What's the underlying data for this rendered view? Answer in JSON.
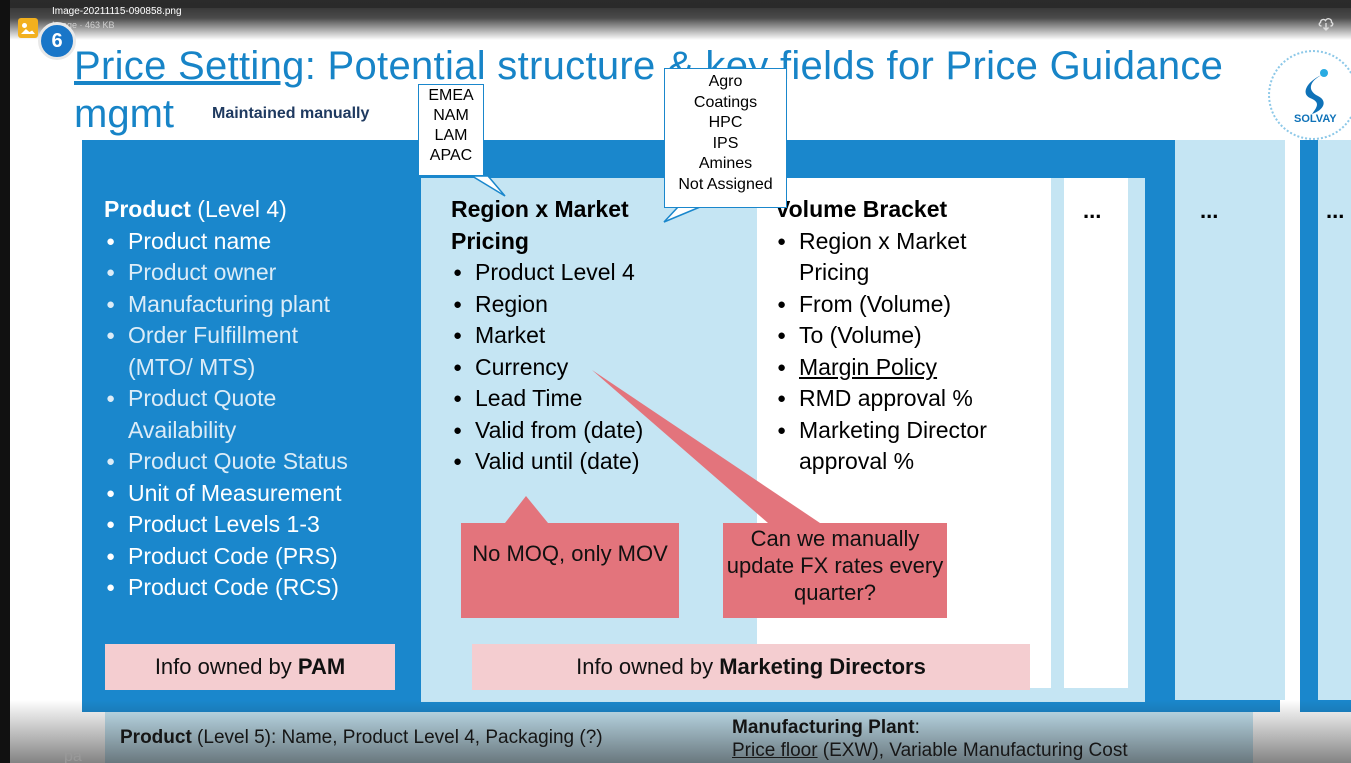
{
  "viewer": {
    "file_name": "Image-20211115-090858.png",
    "file_meta": "Image · 463 KB",
    "avatar_letter": "6",
    "footer_fragment": "pa"
  },
  "slide": {
    "title_link": "Price Setting",
    "title_rest": ": Potential structure & key fields for Price Guidance",
    "title_line2": "mgmt",
    "maintained": "Maintained manually",
    "logo_text": "SOLVAY",
    "regions_callout": [
      "EMEA",
      "NAM",
      "LAM",
      "APAC"
    ],
    "markets_callout": [
      "Agro",
      "Coatings",
      "HPC",
      "IPS",
      "Amines",
      "Not Assigned"
    ],
    "product": {
      "title_bold": "Product",
      "title_rest": " (Level 4)",
      "items": [
        "Product name",
        "Product owner",
        "Manufacturing plant",
        "Order Fulfillment",
        "Product Quote",
        "Product Quote Status",
        "Unit of Measurement",
        "Product Levels 1-3",
        "Product Code (PRS)",
        "Product Code (RCS)"
      ],
      "item_cont": [
        "(MTO/ MTS)",
        "Availability"
      ]
    },
    "region": {
      "title_line1": "Region x Market",
      "title_line2": "Pricing",
      "items": [
        "Product Level 4",
        "Region",
        "Market",
        "Currency",
        "Lead Time",
        "Valid from (date)",
        "Valid until (date)"
      ]
    },
    "volume": {
      "title": "Volume Bracket",
      "items": [
        "Region x Market",
        "From (Volume)",
        "To (Volume)",
        "Margin Policy",
        "RMD approval %",
        "Marketing Director"
      ],
      "item_cont": [
        "Pricing",
        "approval %"
      ]
    },
    "ellipsis": "...",
    "moq_note": "No MOQ, only MOV",
    "fx_note": "Can we manually update FX rates every quarter?",
    "owned_pam_prefix": "Info owned by ",
    "owned_pam_bold": "PAM",
    "owned_md_prefix": "Info owned by ",
    "owned_md_bold": "Marketing Directors",
    "bottom_left_bold": "Product",
    "bottom_left_rest": " (Level 5): Name, Product Level 4, Packaging (?)",
    "bottom_right_bold": "Manufacturing Plant",
    "bottom_right_colon": ":",
    "bottom_right_link": "Price floor",
    "bottom_right_rest": " (EXW), Variable Manufacturing Cost"
  },
  "colors": {
    "title_blue": "#1784c7",
    "panel_blue": "#1a87cc",
    "light_blue": "#c5e5f3",
    "note_red": "#e3747c",
    "owned_pink": "#f4cdd0"
  }
}
